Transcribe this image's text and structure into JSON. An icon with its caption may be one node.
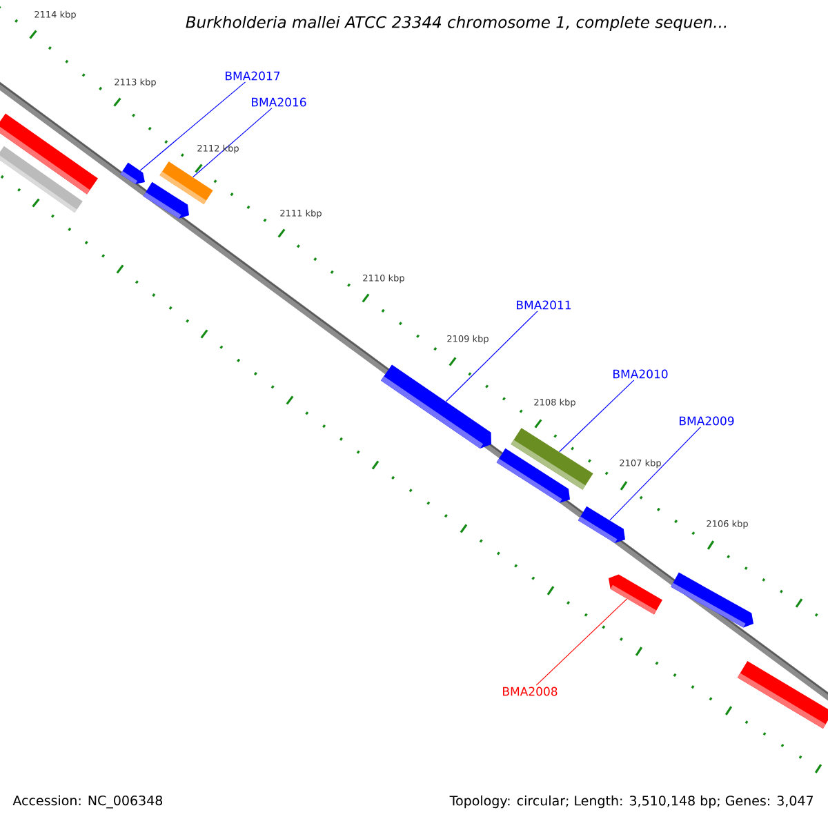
{
  "diagram": {
    "title": "Burkholderia mallei ATCC 23344 chromosome 1, complete sequen...",
    "nodes": [
      {
        "text": [],
        "shape": "bar"
      },
      {
        "text": [],
        "shape": "bar"
      },
      {
        "text": [],
        "shape": "bar"
      },
      {
        "text": [],
        "shape": "bar"
      },
      {
        "text": [],
        "shape": "bar"
      },
      {
        "text": [],
        "shape": "bar"
      },
      {
        "text": [],
        "shape": "bar"
      },
      {
        "text": [],
        "shape": "bar"
      },
      {
        "text": [],
        "shape": "bar"
      },
      {
        "text": [],
        "shape": "bar"
      },
      {
        "text": [],
        "shape": "bar"
      },
      {
        "text": [],
        "shape": "bar"
      },
      {
        "text": [
          "BMA2017"
        ]
      },
      {
        "text": [
          "BMA2016"
        ]
      },
      {
        "text": [
          "BMA2011"
        ]
      },
      {
        "text": [
          "BMA2010"
        ]
      },
      {
        "text": [
          "BMA2009"
        ]
      },
      {
        "text": [
          "BMA2008"
        ]
      }
    ],
    "edges": [
      {
        "from": 12,
        "to": 2,
        "arrow": "none"
      },
      {
        "from": 13,
        "to": 4,
        "arrow": "none"
      },
      {
        "from": 14,
        "to": 5,
        "arrow": "none"
      },
      {
        "from": 15,
        "to": 6,
        "arrow": "none"
      },
      {
        "from": 16,
        "to": 8,
        "arrow": "none"
      },
      {
        "from": 17,
        "to": 9,
        "arrow": "none",
        "color": "#ff0000"
      }
    ],
    "labels": [
      "2114 kbp",
      "2113 kbp",
      "2112 kbp",
      "2111 kbp",
      "2110 kbp",
      "2109 kbp",
      "2108 kbp",
      "2107 kbp",
      "2106 kbp",
      "Accession: NC_006348",
      "Topology: circular; Length: 3,510,148 bp; Genes: 3,047"
    ]
  }
}
